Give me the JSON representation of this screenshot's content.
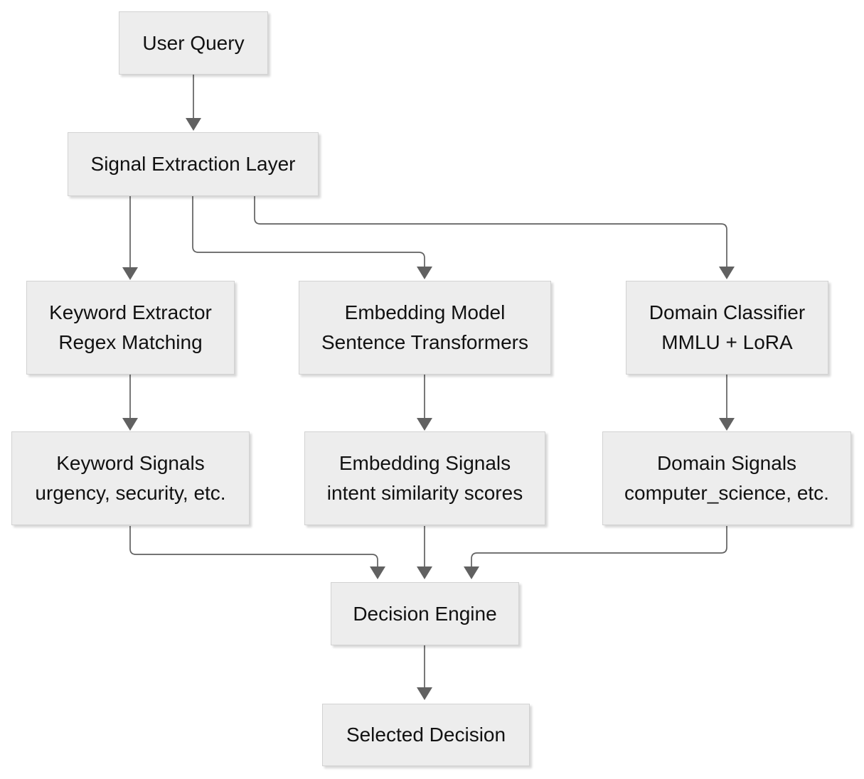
{
  "diagram": {
    "background": "#ffffff",
    "node_fill": "#ededed",
    "node_border": "#d2d2d2",
    "arrow_color": "#616161",
    "text_color": "#111111",
    "nodes": {
      "user_query": {
        "line1": "User Query"
      },
      "signal_extraction": {
        "line1": "Signal Extraction Layer"
      },
      "keyword_extractor": {
        "line1": "Keyword Extractor",
        "line2": "Regex Matching"
      },
      "embedding_model": {
        "line1": "Embedding Model",
        "line2": "Sentence Transformers"
      },
      "domain_classifier": {
        "line1": "Domain Classifier",
        "line2": "MMLU + LoRA"
      },
      "keyword_signals": {
        "line1": "Keyword Signals",
        "line2": "urgency, security, etc."
      },
      "embedding_signals": {
        "line1": "Embedding Signals",
        "line2": "intent similarity scores"
      },
      "domain_signals": {
        "line1": "Domain Signals",
        "line2": "computer_science, etc."
      },
      "decision_engine": {
        "line1": "Decision Engine"
      },
      "selected_decision": {
        "line1": "Selected Decision"
      }
    },
    "edges": [
      {
        "from": "user_query",
        "to": "signal_extraction"
      },
      {
        "from": "signal_extraction",
        "to": "keyword_extractor"
      },
      {
        "from": "signal_extraction",
        "to": "embedding_model"
      },
      {
        "from": "signal_extraction",
        "to": "domain_classifier"
      },
      {
        "from": "keyword_extractor",
        "to": "keyword_signals"
      },
      {
        "from": "embedding_model",
        "to": "embedding_signals"
      },
      {
        "from": "domain_classifier",
        "to": "domain_signals"
      },
      {
        "from": "keyword_signals",
        "to": "decision_engine"
      },
      {
        "from": "embedding_signals",
        "to": "decision_engine"
      },
      {
        "from": "domain_signals",
        "to": "decision_engine"
      },
      {
        "from": "decision_engine",
        "to": "selected_decision"
      }
    ]
  }
}
